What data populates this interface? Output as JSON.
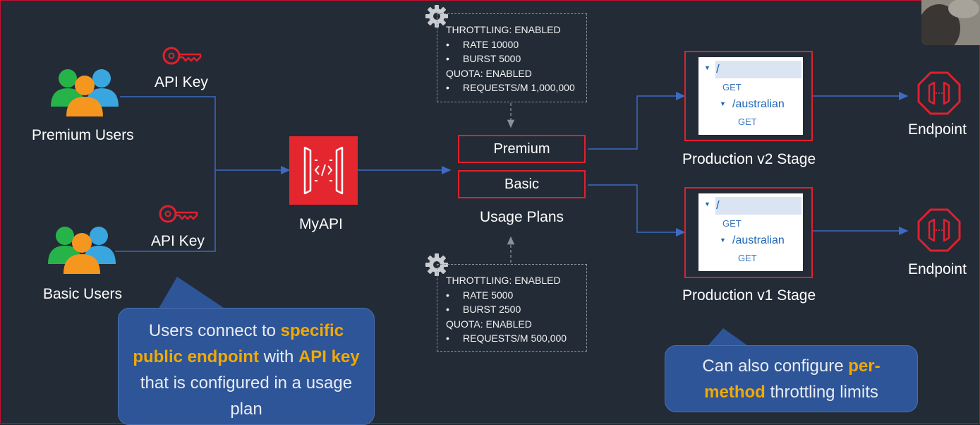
{
  "users": {
    "premium": "Premium Users",
    "basic": "Basic Users"
  },
  "api_key_top": "API Key",
  "api_key_bottom": "API Key",
  "myapi": "MyAPI",
  "plans": {
    "premium": "Premium",
    "basic": "Basic",
    "caption": "Usage Plans"
  },
  "premium_config": {
    "throttling": "THROTTLING: ENABLED",
    "rate": "RATE 10000",
    "burst": "BURST 5000",
    "quota": "QUOTA: ENABLED",
    "requests": "REQUESTS/M 1,000,000"
  },
  "basic_config": {
    "throttling": "THROTTLING: ENABLED",
    "rate": "RATE 5000",
    "burst": "BURST 2500",
    "quota": "QUOTA: ENABLED",
    "requests": "REQUESTS/M 500,000"
  },
  "bullet": "•",
  "stage_v2": {
    "root": "/",
    "get1": "GET",
    "resource": "/australian",
    "get2": "GET",
    "caption": "Production v2 Stage"
  },
  "stage_v1": {
    "root": "/",
    "get1": "GET",
    "resource": "/australian",
    "get2": "GET",
    "caption": "Production v1 Stage"
  },
  "endpoint_top": "Endpoint",
  "endpoint_bottom": "Endpoint",
  "callout_left": {
    "p1": "Users connect to ",
    "h1": "specific public endpoint",
    "p2": " with ",
    "h2": "API key",
    "p3": " that is configured in a usage plan"
  },
  "callout_right": {
    "p1": "Can also configure ",
    "h1": "per-method",
    "p2": " throttling limits"
  },
  "colors": {
    "background": "#232b36",
    "accent_red": "#e0202e",
    "connector_blue": "#3d6bc4",
    "highlight": "#f2a900",
    "callout": "#2e5597"
  }
}
